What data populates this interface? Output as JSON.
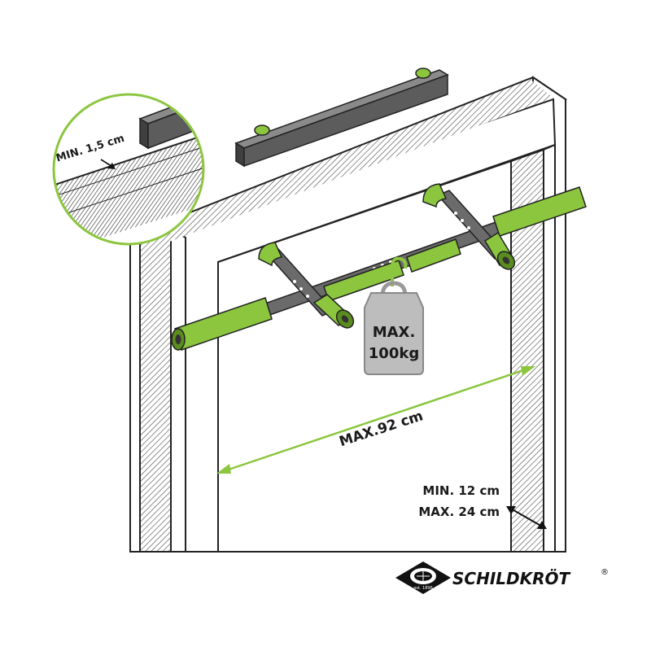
{
  "labels": {
    "top_gap": "MIN. 1,5 cm",
    "weight_line1": "MAX.",
    "weight_line2": "100kg",
    "width": "MAX.92 cm",
    "wall_min": "MIN. 12 cm",
    "wall_max": "MAX. 24 cm"
  },
  "logo": {
    "brand": "SCHILDKRÖT",
    "registered": "®",
    "est": "est. 1896"
  },
  "colors": {
    "accent_green": "#8cc63f",
    "dark_green": "#5a8c1e",
    "bar_gray": "#6b6b6b",
    "bracket_gray": "#555555",
    "weight_gray": "#bdbdbd",
    "hatch": "#555555"
  }
}
